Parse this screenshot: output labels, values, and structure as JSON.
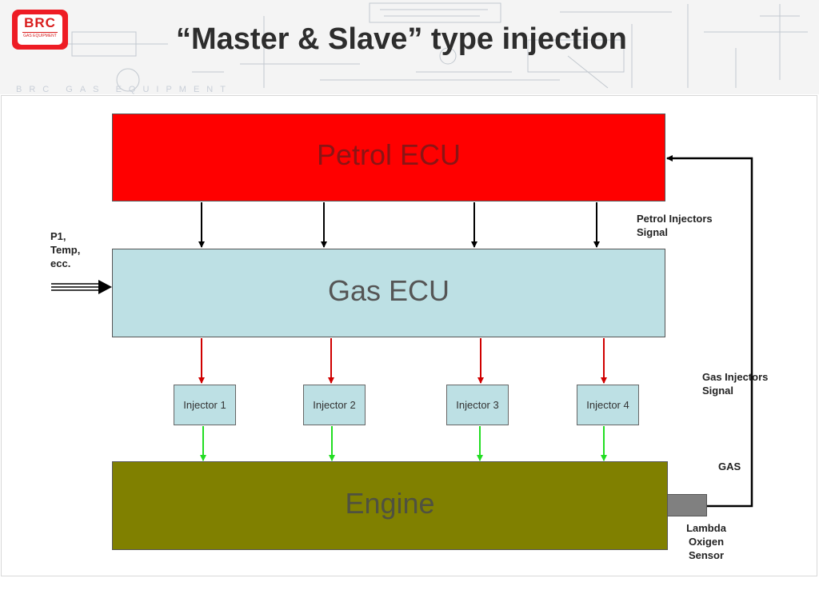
{
  "header": {
    "title": "“Master & Slave” type injection",
    "brand_strip": "BRC GAS EQUIPMENT",
    "logo": {
      "mark": "BRC",
      "subtitle": "GAS EQUIPMENT"
    }
  },
  "diagram": {
    "blocks": {
      "petrol_ecu": "Petrol ECU",
      "gas_ecu": "Gas ECU",
      "engine": "Engine"
    },
    "injectors": [
      "Injector 1",
      "Injector 2",
      "Injector 3",
      "Injector 4"
    ],
    "labels": {
      "inputs": "P1,\nTemp,\necc.",
      "petrol_signal": "Petrol Injectors\nSignal",
      "gas_signal": "Gas Injectors\nSignal",
      "gas_overlap": "GAS",
      "lambda": "Lambda\nOxigen\nSensor"
    },
    "colors": {
      "petrol_ecu": "#ff0000",
      "gas_ecu": "#bde0e4",
      "engine": "#808000",
      "sensor": "#808080",
      "petrol_arrow": "#000000",
      "gas_arrow": "#d00000",
      "fuel_arrow": "#22dd22"
    }
  }
}
